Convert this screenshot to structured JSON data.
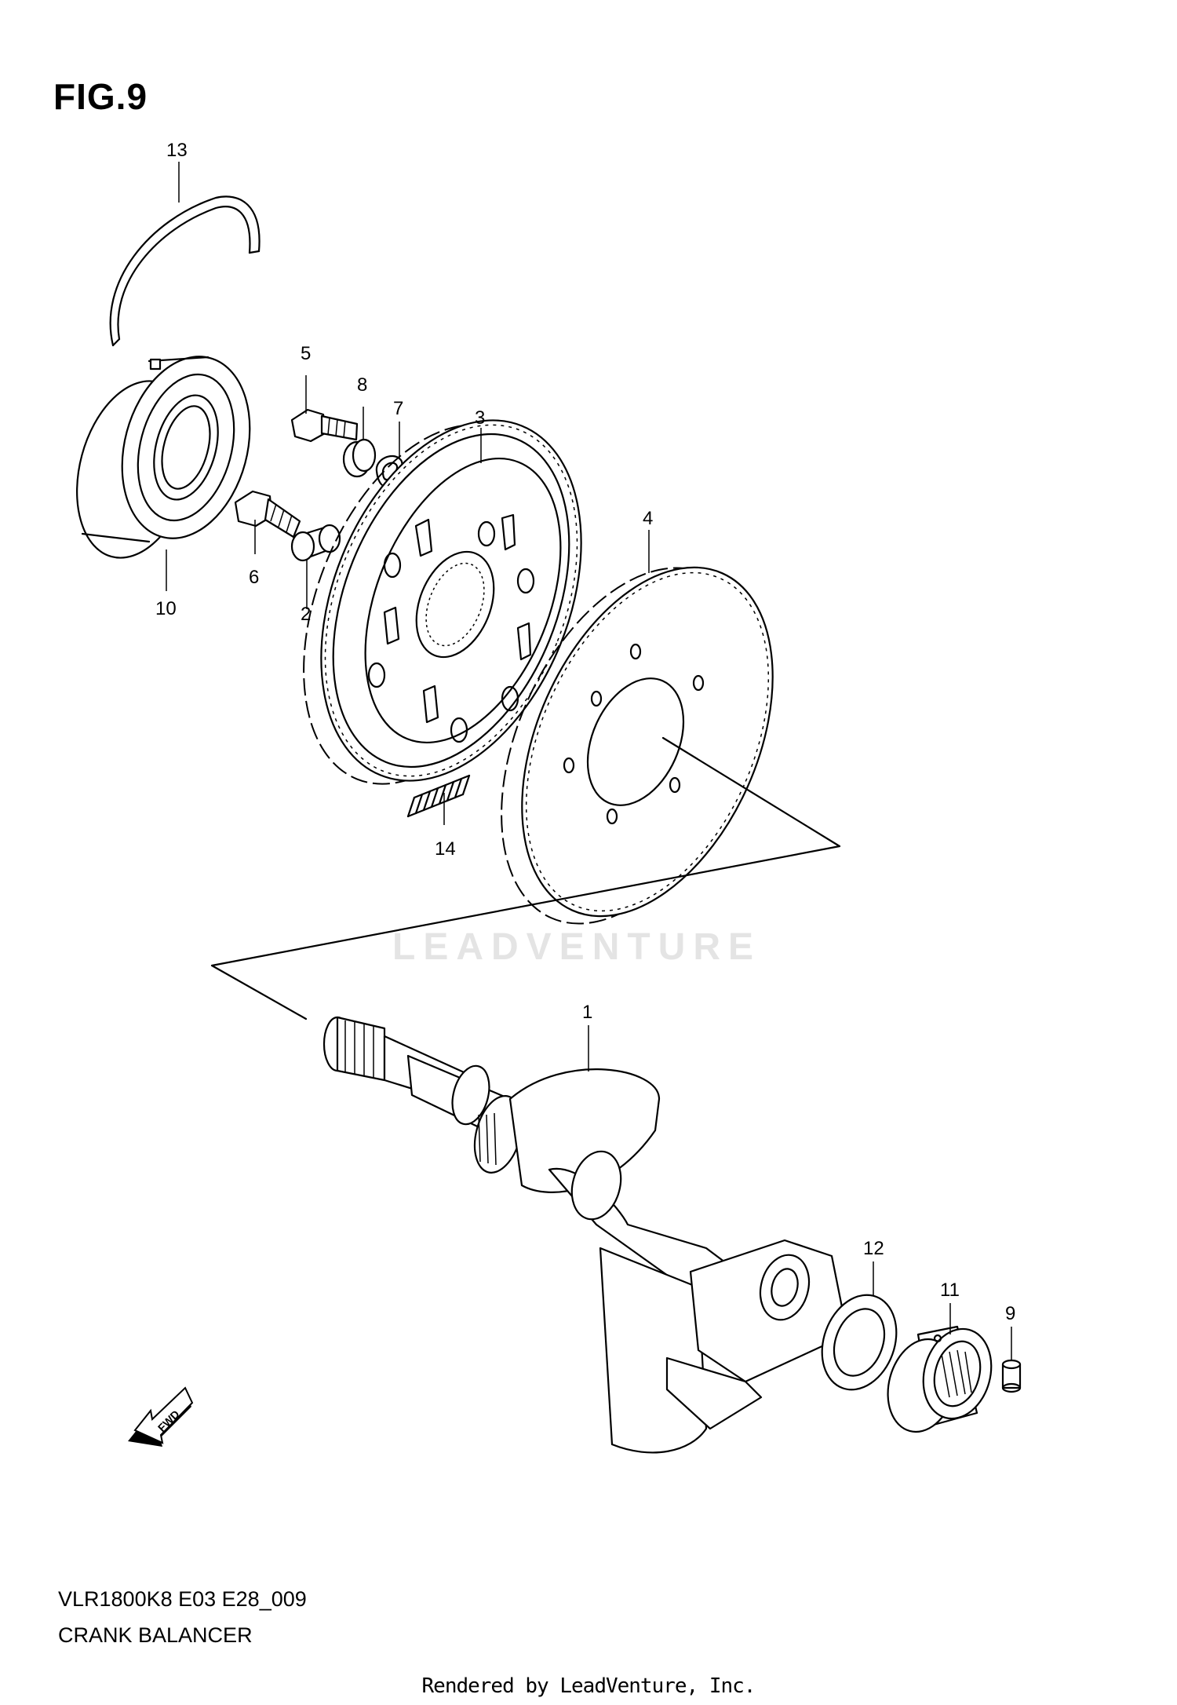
{
  "figure": {
    "title": "FIG.9",
    "model_code": "VLR1800K8 E03 E28_009",
    "name": "CRANK BALANCER"
  },
  "watermark": "LEADVENTURE",
  "fwd_label": "FWD",
  "credit": "Rendered by LeadVenture, Inc.",
  "callouts": [
    {
      "part": "crankshaft",
      "number": "1"
    },
    {
      "part": "spacer",
      "number": "2"
    },
    {
      "part": "driven-balancer-gear",
      "number": "3"
    },
    {
      "part": "balancer-drive-gear",
      "number": "4"
    },
    {
      "part": "bolt-upper",
      "number": "5"
    },
    {
      "part": "bolt-lower",
      "number": "6"
    },
    {
      "part": "washer",
      "number": "7"
    },
    {
      "part": "bushing",
      "number": "8"
    },
    {
      "part": "pin",
      "number": "9"
    },
    {
      "part": "ball-bearing",
      "number": "10"
    },
    {
      "part": "needle-bearing",
      "number": "11"
    },
    {
      "part": "thrust-washer",
      "number": "12"
    },
    {
      "part": "circlip",
      "number": "13"
    },
    {
      "part": "spring",
      "number": "14"
    }
  ]
}
